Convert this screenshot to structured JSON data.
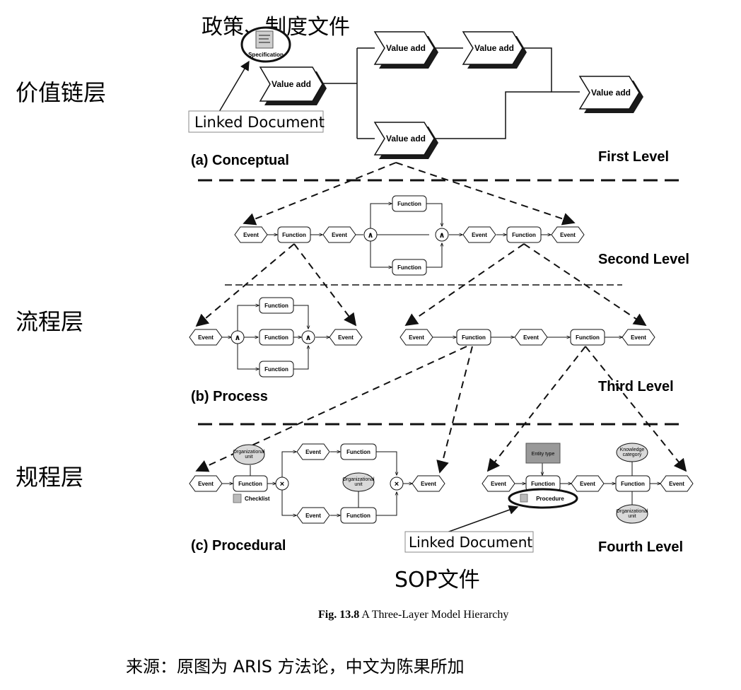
{
  "layers": {
    "value_chain": "价值链层",
    "process": "流程层",
    "procedure": "规程层"
  },
  "annotations": {
    "policy_docs": "政策、制度文件",
    "sop_docs": "SOP文件",
    "linked_document": "Linked Document",
    "specification": "Specification"
  },
  "sections": {
    "conceptual": "(a) Conceptual",
    "process": "(b) Process",
    "procedural": "(c) Procedural"
  },
  "levels": {
    "first": "First Level",
    "second": "Second Level",
    "third": "Third Level",
    "fourth": "Fourth Level"
  },
  "nodes": {
    "value_add": "Value add",
    "event": "Event",
    "function": "Function",
    "org_unit_1": "Organizational",
    "org_unit_2": "unit",
    "checklist": "Checklist",
    "entity_type": "Entity type",
    "procedure": "Procedure",
    "knowledge_1": "Knowledge",
    "knowledge_2": "category",
    "op_and": "∧",
    "op_xor": "×"
  },
  "caption": {
    "fig_label": "Fig. 13.8",
    "fig_text": " A Three-Layer Model Hierarchy"
  },
  "source_note": "来源：原图为 ARIS 方法论，中文为陈果所加",
  "colors": {
    "line": "#111111",
    "shadow": "#1a1a1a",
    "entity_fill": "#999999",
    "ellipse_fill": "#d9d9d9",
    "box_fill": "#ffffff"
  }
}
